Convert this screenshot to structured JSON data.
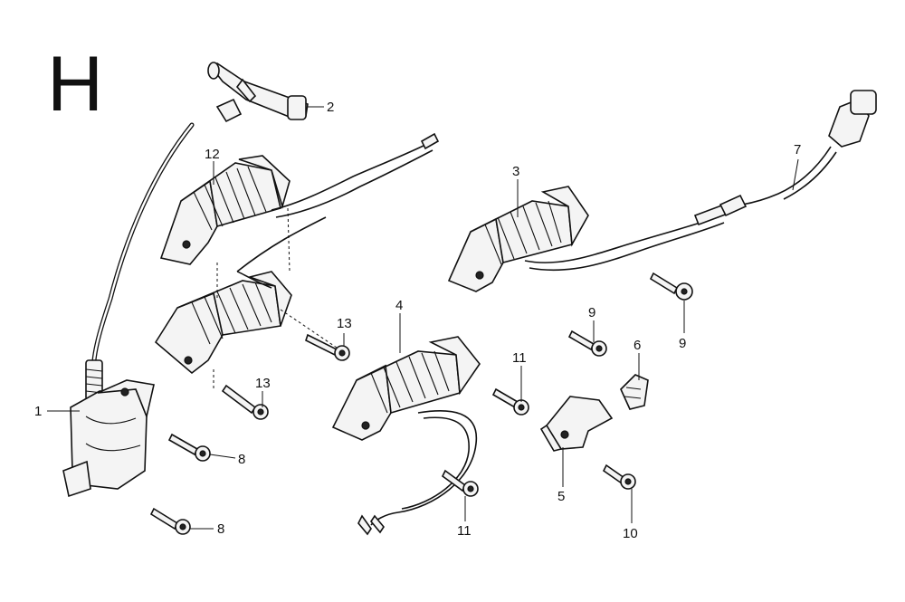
{
  "section_letter": "H",
  "callouts": [
    "1",
    "2",
    "3",
    "4",
    "5",
    "6",
    "7",
    "8",
    "8",
    "9",
    "9",
    "10",
    "11",
    "11",
    "12",
    "13",
    "13"
  ]
}
